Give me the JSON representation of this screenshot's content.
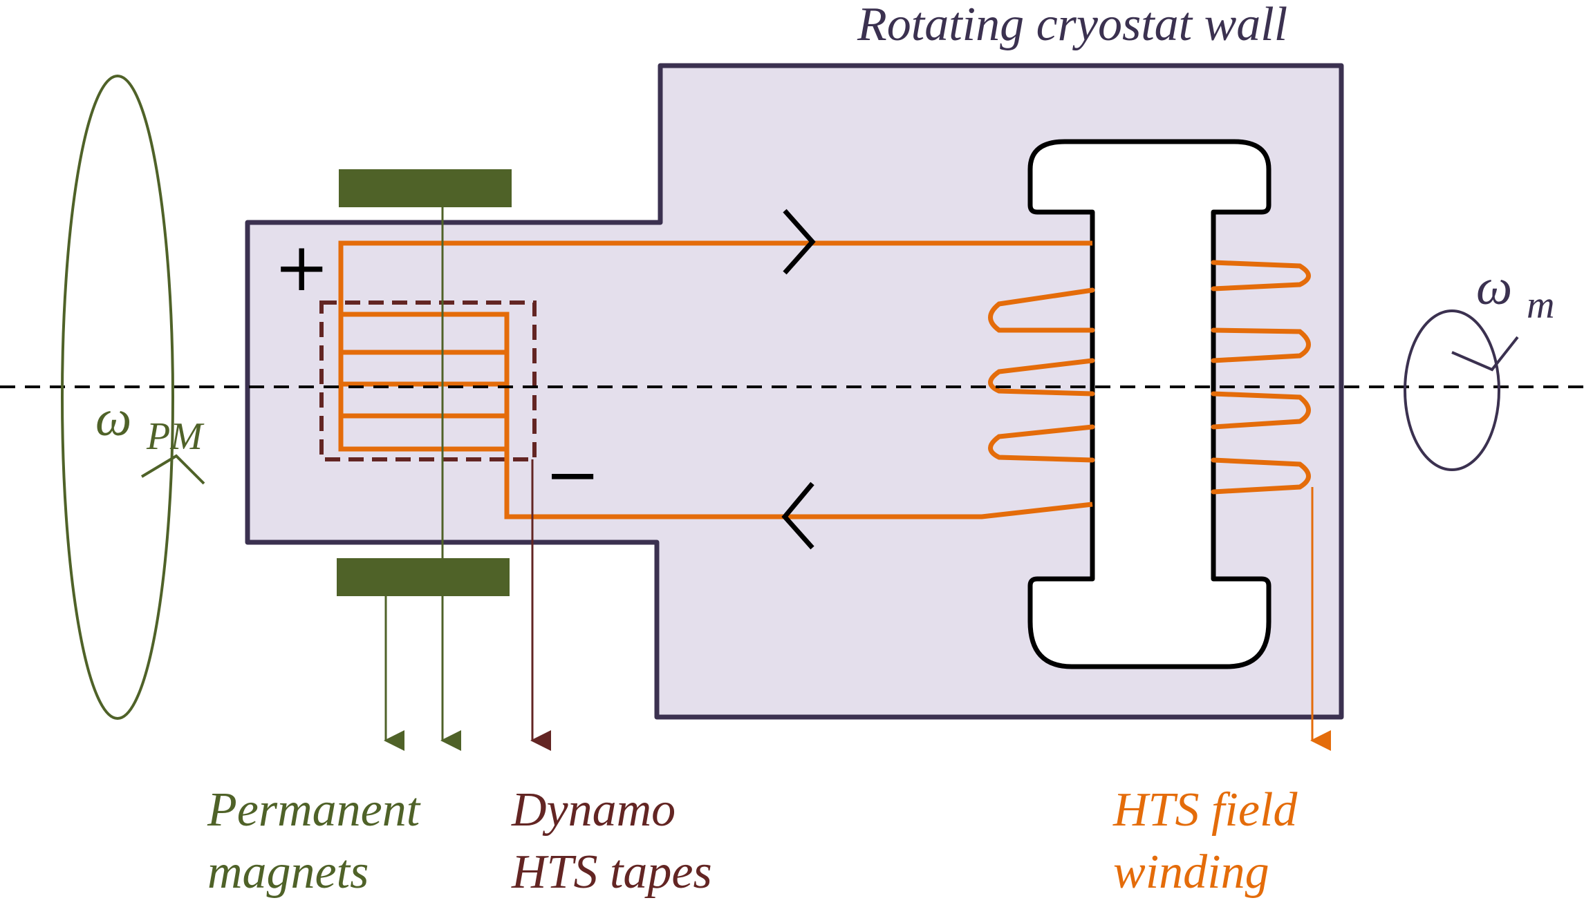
{
  "labels": {
    "cryostat_wall": "Rotating cryostat wall",
    "permanent_magnets_line1": "Permanent",
    "permanent_magnets_line2": "magnets",
    "dynamo_line1": "Dynamo",
    "dynamo_line2": "HTS tapes",
    "field_winding_line1": "HTS field",
    "field_winding_line2": "winding",
    "omega_pm_base": "ω",
    "omega_pm_sub": "PM",
    "omega_m_base": "ω",
    "omega_m_sub": "m",
    "plus": "+",
    "minus": "−"
  },
  "colors": {
    "cryostat_fill": "#e4dfec",
    "cryostat_stroke": "#3b3150",
    "magnet_green": "#4f6228",
    "label_green": "#4f6228",
    "dynamo_brown": "#632523",
    "hts_orange": "#e46c0a",
    "axis_black": "#000000",
    "omega_m_color": "#3b3150"
  }
}
